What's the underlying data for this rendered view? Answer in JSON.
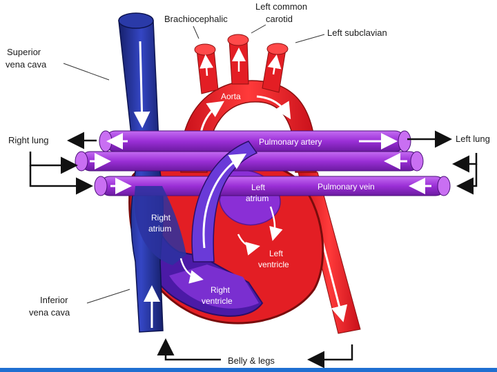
{
  "labels": {
    "brachiocephalic": "Brachiocephalic",
    "left_common_carotid_line1": "Left common",
    "left_common_carotid_line2": "carotid",
    "left_subclavian": "Left subclavian",
    "superior_vena_cava_line1": "Superior",
    "superior_vena_cava_line2": "vena cava",
    "right_lung": "Right lung",
    "left_lung": "Left lung",
    "inferior_vena_cava_line1": "Inferior",
    "inferior_vena_cava_line2": "vena cava",
    "belly_legs": "Belly & legs"
  },
  "inner_labels": {
    "aorta": "Aorta",
    "pulmonary_artery": "Pulmonary artery",
    "pulmonary_vein": "Pulmonary vein",
    "left_atrium_line1": "Left",
    "left_atrium_line2": "atrium",
    "right_atrium_line1": "Right",
    "right_atrium_line2": "atrium",
    "left_ventricle_line1": "Left",
    "left_ventricle_line2": "ventricle",
    "right_ventricle_line1": "Right",
    "right_ventricle_line2": "ventricle"
  },
  "colors": {
    "oxygenated_red": "#ee1c24",
    "deoxygenated_blue": "#1f2d8f",
    "pulmonary_purple": "#9a2fd6",
    "heart_outline": "#8a1010",
    "bottom_bar": "#1f6fd1"
  }
}
